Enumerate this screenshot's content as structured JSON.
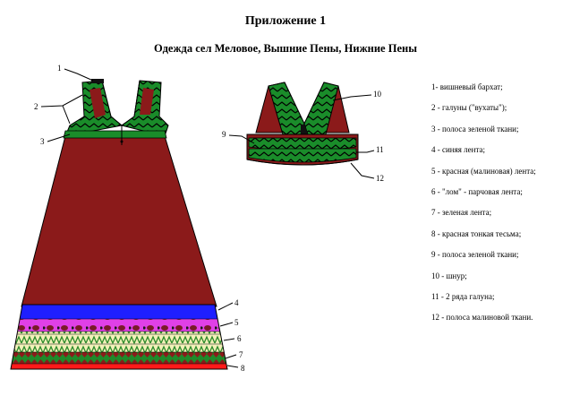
{
  "heading": {
    "title": "Приложение 1",
    "subtitle": "Одежда сел Меловое, Вышние Пены, Нижние Пены"
  },
  "callout_numbers": [
    "1",
    "2",
    "3",
    "4",
    "5",
    "6",
    "7",
    "8",
    "9",
    "10",
    "11",
    "12"
  ],
  "legend": [
    "1- вишневый бархат;",
    "2 - галуны (\"вухаты\");",
    "3 - полоса зеленой ткани;",
    "4 - синяя лента;",
    "5 - красная (малиновая) лента;",
    "6 - \"лом\" - парчовая лента;",
    "7 - зеленая лента;",
    "8 - красная тонкая тесьма;",
    "9 - полоса зеленой ткани;",
    "10 - шнур;",
    "11 - 2 ряда галуна;",
    "12 - полоса малиновой ткани."
  ],
  "colors": {
    "velvet": "#8b1a1a",
    "galloon_green": "#1a8c2a",
    "blue_ribbon": "#1f1fff",
    "magenta_ribbon": "#e040e8",
    "brocade": "#f2f0b8",
    "green_ribbon": "#1f8a2a",
    "red_braid": "#ff1a1a",
    "outline": "#000000"
  },
  "icons": [
    "sarafan-drawing",
    "bodice-drawing"
  ]
}
